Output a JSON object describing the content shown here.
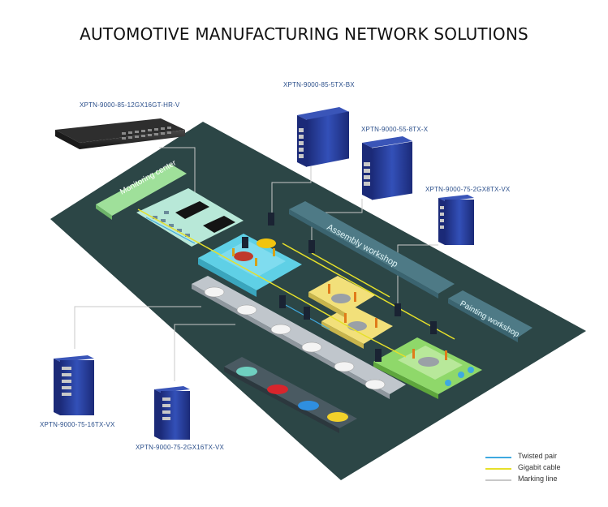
{
  "title": "AUTOMOTIVE MANUFACTURING NETWORK SOLUTIONS",
  "devices": {
    "rack_switch": "XPTN-9000-85-12GX16GT-HR-V",
    "switch_5tx": "XPTN-9000-85-5TX-BX",
    "switch_8tx": "XPTN-9000-55-8TX-X",
    "switch_2gx8tx": "XPTN-9000-75-2GX8TX-VX",
    "switch_16tx": "XPTN-9000-75-16TX-VX",
    "switch_2gx16tx": "XPTN-9000-75-2GX16TX-VX"
  },
  "areas": {
    "monitoring": "Monitoring center",
    "assembly": "Assembly workshop",
    "painting": "Painting workshop"
  },
  "legend": [
    {
      "label": "Twisted pair",
      "color": "#3fa9e0"
    },
    {
      "label": "Gigabit cable",
      "color": "#e6e02a"
    },
    {
      "label": "Marking line",
      "color": "#c8c8c8"
    }
  ],
  "colors": {
    "floor": "#2c4646",
    "monitoring_zone": "#9fe09a",
    "control_zone": "#5fd0e6",
    "assembly_zone": "#f2e07a",
    "painting_zone": "#8fd86a",
    "device_body": "#24348a"
  }
}
